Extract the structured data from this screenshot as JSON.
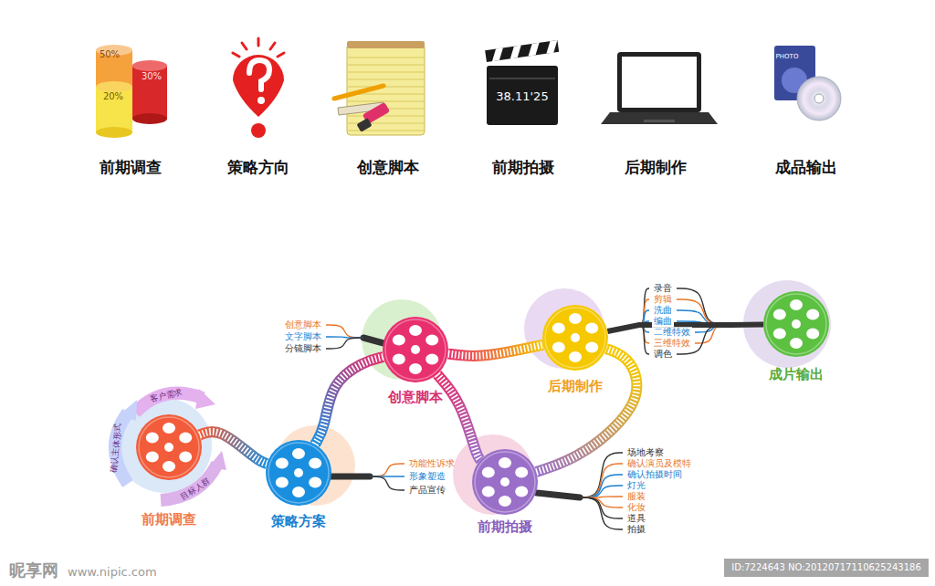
{
  "diagram": {
    "nodes": [
      {
        "text": [
          "前期调查"
        ]
      },
      {
        "text": [
          "策略方案"
        ]
      },
      {
        "text": [
          "创意脚本"
        ]
      },
      {
        "text": [
          "前期拍摄"
        ]
      },
      {
        "text": [
          "后期制作"
        ]
      },
      {
        "text": [
          "成片输出"
        ]
      }
    ],
    "edges": [
      {
        "from": 0,
        "to": 1,
        "arrow": "none"
      },
      {
        "from": 1,
        "to": 2,
        "arrow": "none"
      },
      {
        "from": 2,
        "to": 3,
        "arrow": "none"
      },
      {
        "from": 2,
        "to": 4,
        "arrow": "none"
      },
      {
        "from": 3,
        "to": 4,
        "arrow": "none"
      },
      {
        "from": 4,
        "to": 5,
        "arrow": "none"
      }
    ],
    "labels": [
      "50%",
      "30%",
      "20%",
      "38.11'25",
      "PHOTO",
      "前期调查",
      "策略方向",
      "创意脚本",
      "前期拍摄",
      "后期制作",
      "成品输出",
      "客户需求",
      "确认主体形式",
      "目标人群",
      "创意脚本",
      "文字脚本",
      "分镜脚本",
      "功能性诉求",
      "形象塑造",
      "产品宣传",
      "场地考察",
      "确认演员及模特",
      "确认拍摄时间",
      "灯光",
      "服装",
      "化妆",
      "道具",
      "拍摄",
      "录音",
      "剪辑",
      "洗曲",
      "编曲",
      "二维特效",
      "三维特效",
      "调色",
      "昵享网",
      "www.nipic.com",
      "ID:7224643 NO:20120717110625243186"
    ]
  }
}
